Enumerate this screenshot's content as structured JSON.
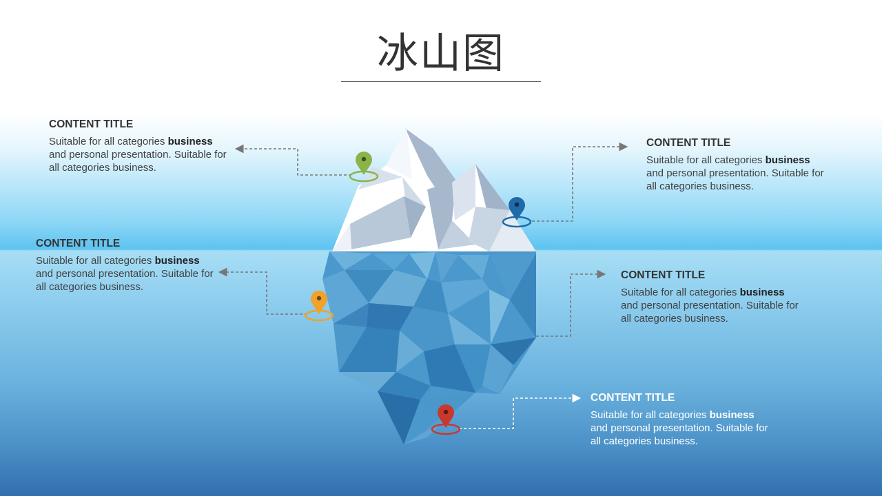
{
  "title": "冰山图",
  "blocks": [
    {
      "title": "CONTENT TITLE",
      "text_a": "Suitable for all categories ",
      "text_bold": "business",
      "text_b": " and personal presentation. Suitable for all categories business."
    },
    {
      "title": "CONTENT TITLE",
      "text_a": "Suitable for all categories ",
      "text_bold": "business",
      "text_b": " and personal presentation. Suitable for all categories business."
    },
    {
      "title": "CONTENT TITLE",
      "text_a": "Suitable for all categories ",
      "text_bold": "business",
      "text_b": " and personal presentation. Suitable for all categories business."
    },
    {
      "title": "CONTENT TITLE",
      "text_a": "Suitable for all categories ",
      "text_bold": "business",
      "text_b": " and personal presentation. Suitable for all categories business."
    },
    {
      "title": "CONTENT TITLE",
      "text_a": "Suitable for all categories ",
      "text_bold": "business",
      "text_b": " and personal presentation. Suitable for all categories business."
    }
  ],
  "markers": [
    {
      "name": "green-map-pin-icon",
      "color": "#8cb34a"
    },
    {
      "name": "blue-map-pin-icon",
      "color": "#1f6aa8"
    },
    {
      "name": "orange-map-pin-icon",
      "color": "#f0a22a"
    },
    {
      "name": "red-map-pin-icon",
      "color": "#c8382d"
    }
  ]
}
